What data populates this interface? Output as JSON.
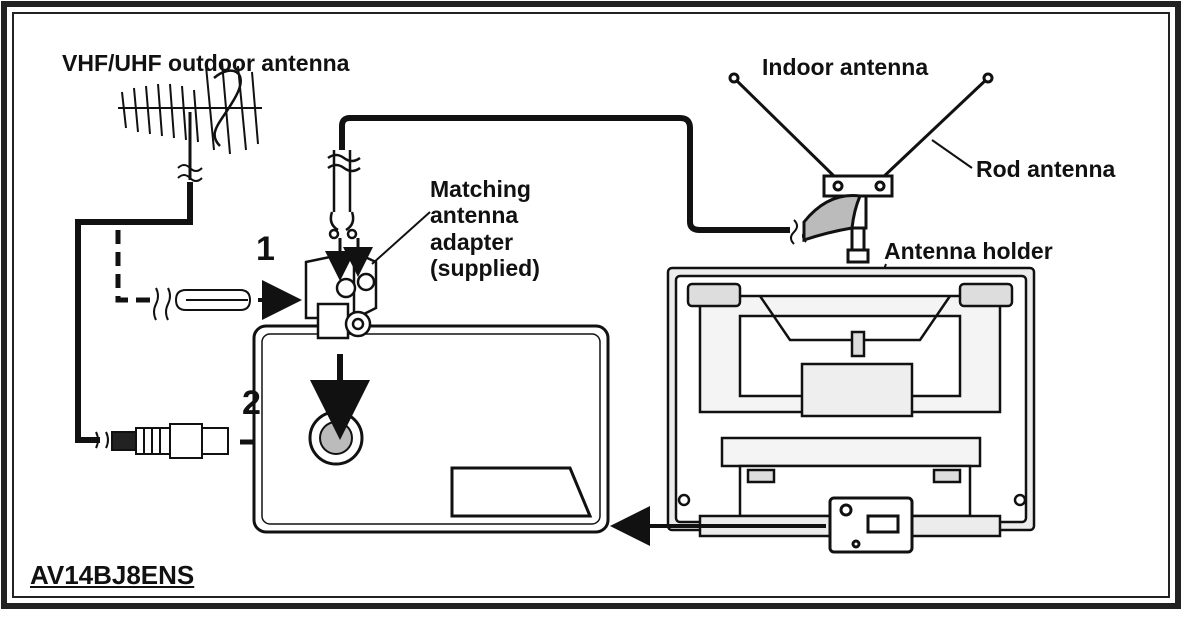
{
  "labels": {
    "outdoor_antenna": "VHF/UHF outdoor antenna",
    "indoor_antenna": "Indoor antenna",
    "rod_antenna": "Rod antenna",
    "matching_adapter_line1": "Matching",
    "matching_adapter_line2": "antenna",
    "matching_adapter_line3": "adapter",
    "matching_adapter_line4": "(supplied)",
    "antenna_holder": "Antenna holder",
    "step1": "1",
    "step2": "2",
    "model": "AV14BJ8ENS"
  },
  "colors": {
    "ink": "#111111",
    "frame": "#222222",
    "panel": "#ececec",
    "background": "#ffffff"
  }
}
